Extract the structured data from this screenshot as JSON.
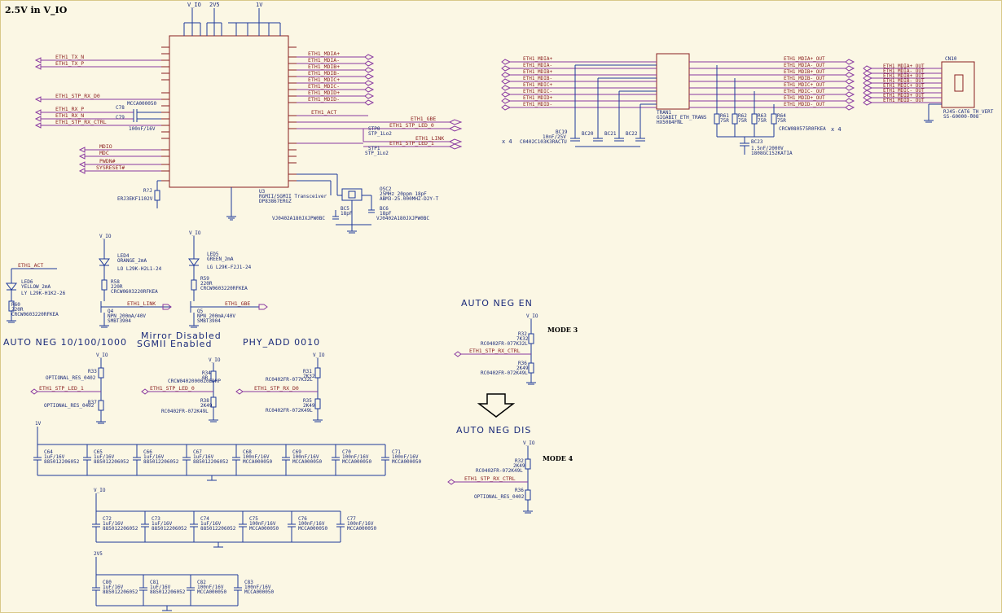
{
  "page": {
    "title": "2.5V in V_IO"
  },
  "notes": {
    "auto_neg": "AUTO NEG 10/100/1000",
    "mirror": "Mirror Disabled",
    "sgmii": "SGMII Enabled",
    "phy_add": "PHY_ADD 0010",
    "auto_neg_en": "AUTO NEG EN",
    "auto_neg_dis": "AUTO NEG DIS",
    "mode3": "MODE 3",
    "mode4": "MODE 4"
  },
  "rails": {
    "vio": "V_IO",
    "v25": "2V5",
    "v1": "1V"
  },
  "phy": {
    "ref": "U3",
    "desc": "RGMII/SGMII Transceiver",
    "part": "DP83867ERGZ",
    "cap_part": "MCCA000050",
    "cap_val": "100nF/16V",
    "r_part": "ERJ3EKF1102V",
    "c78": "C78",
    "c79": "C79",
    "rj": "R?J",
    "osc_ref": "OSC2",
    "osc_val": "25MHz 20ppm 18pF",
    "osc_part": "ABM3-25.000MHZ-D2Y-T",
    "bc5": "BC5",
    "bc6": "BC6",
    "bc_val": "18pF",
    "bc_part": "VJ0402A180JXJPW0BC",
    "stp_a": "STP_1Lo2",
    "stp_b": "STP_1Lo2",
    "stp_a_ref": "STP0",
    "stp_b_ref": "STP1"
  },
  "nets_left": [
    "ETH1_TX_N",
    "ETH1_TX_P",
    "ETH1_STP_RX_D0",
    "ETH1_RX_P",
    "ETH1_RX_N",
    "ETH1_STP_RX_CTRL",
    "MDIO",
    "MDC",
    "PWDN#",
    "SYSRESET#"
  ],
  "nets_right": [
    "ETH1_MDIA+",
    "ETH1_MDIA-",
    "ETH1_MDIB+",
    "ETH1_MDIB-",
    "ETH1_MDIC+",
    "ETH1_MDIC-",
    "ETH1_MDID+",
    "ETH1_MDID-"
  ],
  "nets_misc": {
    "act": "ETH1_ACT",
    "gbe": "ETH1_GBE",
    "stp_led": "ETH1_STP_LED_0",
    "link": "ETH1_LINK",
    "stp_led1": "ETH1_STP_LED_1"
  },
  "transformer": {
    "ref": "TRAN1",
    "desc": "GIGABIT_ETH_TRANS",
    "part": "HX5084FNL",
    "in": [
      "ETH1_MDIA+",
      "ETH1_MDIA-",
      "ETH1_MDIB+",
      "ETH1_MDIB-",
      "ETH1_MDIC+",
      "ETH1_MDIC-",
      "ETH1_MDID+",
      "ETH1_MDID-"
    ],
    "out": [
      "ETH1_MDIA+_OUT",
      "ETH1_MDIA-_OUT",
      "ETH1_MDIB+_OUT",
      "ETH1_MDIB-_OUT",
      "ETH1_MDIC+_OUT",
      "ETH1_MDIC-_OUT",
      "ETH1_MDID+_OUT",
      "ETH1_MDID-_OUT"
    ],
    "bc19": "BC19",
    "bc19_val": "10nF/25V",
    "bc19_part": "C0402C103K3RACTU",
    "x4a": "x 4",
    "bcs": [
      "BC20",
      "BC21",
      "BC22"
    ],
    "rs": [
      "R61",
      "R62",
      "R63",
      "R64"
    ],
    "r_val": "75R",
    "r_part": "CRCW080575R0FKEA",
    "x4b": "x 4",
    "bc23": "BC23",
    "bc23_val": "1.5nF/2000V",
    "bc23_part": "1808GC152KATIA"
  },
  "connector": {
    "ref": "CN10",
    "desc": "RJ45-CAT6_TH_VERT",
    "part": "SS-60000-008",
    "nets": [
      "ETH1_MDIA+_OUT",
      "ETH1_MDIA-_OUT",
      "ETH1_MDIB+_OUT",
      "ETH1_MDIB-_OUT",
      "ETH1_MDIC+_OUT",
      "ETH1_MDIC-_OUT",
      "ETH1_MDID+_OUT",
      "ETH1_MDID-_OUT"
    ]
  },
  "leds": [
    {
      "ref": "LED6",
      "color": "YELLOW_2mA",
      "part": "LY L29K-H1K2-26",
      "r_ref": "R60",
      "r_val": "220R",
      "r_part": "CRCW0603220RFKEA"
    },
    {
      "ref": "LED4",
      "color": "ORANGE_2mA",
      "part": "LO L29K-H2L1-24",
      "r_ref": "R58",
      "r_val": "220R",
      "r_part": "CRCW0603220RFKEA",
      "q_ref": "Q4",
      "q_desc": "NPN 200mA/40V",
      "q_part": "SMBT3904"
    },
    {
      "ref": "LED5",
      "color": "GREEN_2mA",
      "part": "LG L29K-F2J1-24",
      "r_ref": "R59",
      "r_val": "220R",
      "r_part": "CRCW0603220RFKEA",
      "q_ref": "Q5",
      "q_desc": "NPN 200mA/40V",
      "q_part": "SMBT3904"
    }
  ],
  "straps": {
    "r33": "R33",
    "r37": "R37",
    "opt1": "OPTIONAL_RES_0402",
    "opt2": "OPTIONAL_RES_0402",
    "r34": "R34",
    "r34_val": "0R",
    "r34_part": "CRCW04020000Z0EDHP",
    "r38": "R38",
    "r38_val": "2K49",
    "r38_part": "RC0402FR-072K49L",
    "r31": "R31",
    "r31_val": "7K32",
    "r31_part": "RC0402FR-077K32L",
    "r35": "R35",
    "r35_val": "2K49",
    "r35_part": "RC0402FR-072K49L",
    "r32": "R32",
    "r32_val": "7K32",
    "r32_part": "RC0402FR-077K32L",
    "r36": "R36",
    "r36_val": "2K49",
    "r36_part": "RC0402FR-072K49L",
    "r32b": "R32",
    "r32b_val": "2K49",
    "r32b_part": "RC0402FR-072K49L",
    "r36b": "R36",
    "r36b_part": "OPTIONAL_RES_0402"
  },
  "cap_rows": [
    {
      "rail": "1V",
      "caps": [
        {
          "ref": "C64",
          "val": "1uF/16V",
          "part": "885012206052"
        },
        {
          "ref": "C65",
          "val": "1uF/16V",
          "part": "885012206052"
        },
        {
          "ref": "C66",
          "val": "1uF/16V",
          "part": "885012206052"
        },
        {
          "ref": "C67",
          "val": "1uF/16V",
          "part": "885012206052"
        },
        {
          "ref": "C68",
          "val": "100nF/16V",
          "part": "MCCA000050"
        },
        {
          "ref": "C69",
          "val": "100nF/16V",
          "part": "MCCA000050"
        },
        {
          "ref": "C70",
          "val": "100nF/16V",
          "part": "MCCA000050"
        },
        {
          "ref": "C71",
          "val": "100nF/16V",
          "part": "MCCA000050"
        }
      ]
    },
    {
      "rail": "V_IO",
      "caps": [
        {
          "ref": "C72",
          "val": "1uF/16V",
          "part": "885012206052"
        },
        {
          "ref": "C73",
          "val": "1uF/16V",
          "part": "885012206052"
        },
        {
          "ref": "C74",
          "val": "1uF/16V",
          "part": "885012206052"
        },
        {
          "ref": "C75",
          "val": "100nF/16V",
          "part": "MCCA000050"
        },
        {
          "ref": "C76",
          "val": "100nF/16V",
          "part": "MCCA000050"
        },
        {
          "ref": "C77",
          "val": "100nF/16V",
          "part": "MCCA000050"
        }
      ]
    },
    {
      "rail": "2V5",
      "caps": [
        {
          "ref": "C80",
          "val": "1uF/16V",
          "part": "885012206052"
        },
        {
          "ref": "C81",
          "val": "1uF/16V",
          "part": "885012206052"
        },
        {
          "ref": "C82",
          "val": "100nF/16V",
          "part": "MCCA000050"
        },
        {
          "ref": "C83",
          "val": "100nF/16V",
          "part": "MCCA000050"
        }
      ]
    }
  ],
  "colors": {
    "wire": "#1e3a9a",
    "net": "#8a1f1f",
    "bus": "#8a3aa0",
    "part": "#1a2a7a",
    "bg": "#fbf7e4"
  }
}
